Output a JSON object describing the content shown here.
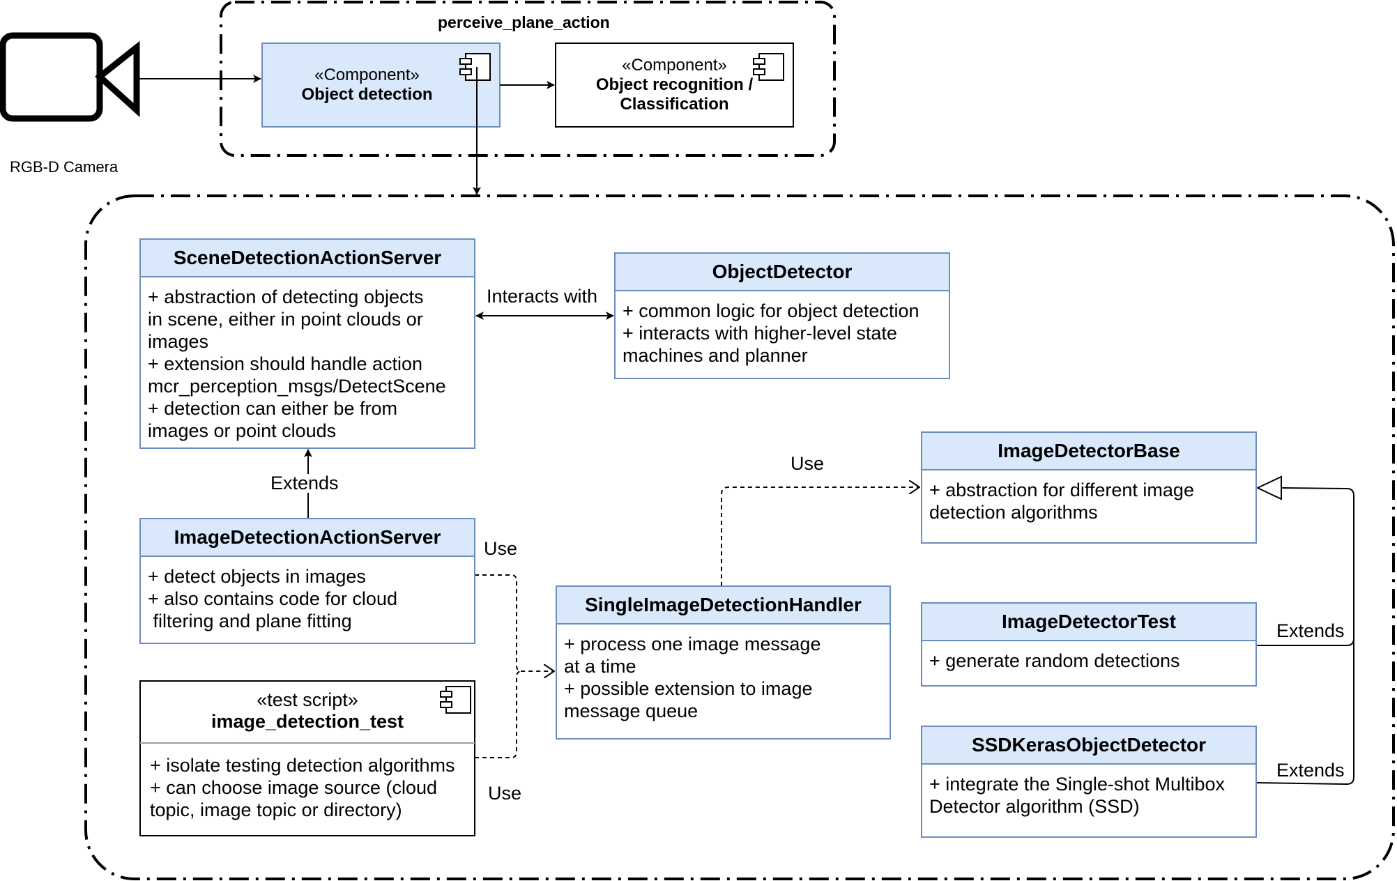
{
  "camera": {
    "label": "RGB-D Camera",
    "icon": "video-camera-icon"
  },
  "top_group": {
    "title": "perceive_plane_action",
    "components": [
      {
        "stereotype": "«Component»",
        "name_lines": [
          "Object detection"
        ],
        "fill": "#dae8fc",
        "stroke": "#6c8ebf"
      },
      {
        "stereotype": "«Component»",
        "name_lines": [
          "Object recognition /",
          "Classification"
        ],
        "fill": "#ffffff",
        "stroke": "#000000"
      }
    ]
  },
  "classes": [
    {
      "title": "SceneDetectionActionServer",
      "lines": [
        "+ abstraction of detecting objects",
        "in scene, either in point clouds or",
        "images",
        "+ extension should handle action",
        "mcr_perception_msgs/DetectScene",
        "+ detection can either be from",
        "images or point clouds"
      ]
    },
    {
      "title": "ObjectDetector",
      "lines": [
        "+ common logic for object detection",
        "+ interacts with higher-level state",
        "machines and planner"
      ]
    },
    {
      "title": "ImageDetectionActionServer",
      "lines": [
        "+ detect objects in images",
        "+ also contains code for cloud",
        " filtering and plane fitting"
      ]
    },
    {
      "title": "SingleImageDetectionHandler",
      "lines": [
        "+ process one image message",
        "at a time",
        "+ possible extension to image",
        "message queue"
      ]
    },
    {
      "title": "ImageDetectorBase",
      "lines": [
        "+ abstraction for different image",
        "detection algorithms"
      ]
    },
    {
      "title": "ImageDetectorTest",
      "lines": [
        "+ generate random detections"
      ]
    },
    {
      "title": "SSDKerasObjectDetector",
      "lines": [
        "+ integrate the Single-shot Multibox",
        "Detector algorithm (SSD)"
      ]
    }
  ],
  "test_script": {
    "stereotype": "«test script»",
    "name": "image_detection_test",
    "lines": [
      "+ isolate testing detection algorithms",
      "+ can choose image source (cloud",
      "topic, image topic or directory)"
    ]
  },
  "edge_labels": {
    "interacts": "Interacts with",
    "extends_scene": "Extends",
    "use_action": "Use",
    "use_test": "Use",
    "use_base": "Use",
    "extends_test": "Extends",
    "extends_ssd": "Extends"
  },
  "colors": {
    "class_fill": "#dae8fc",
    "class_stroke": "#6c8ebf",
    "line": "#000000"
  }
}
